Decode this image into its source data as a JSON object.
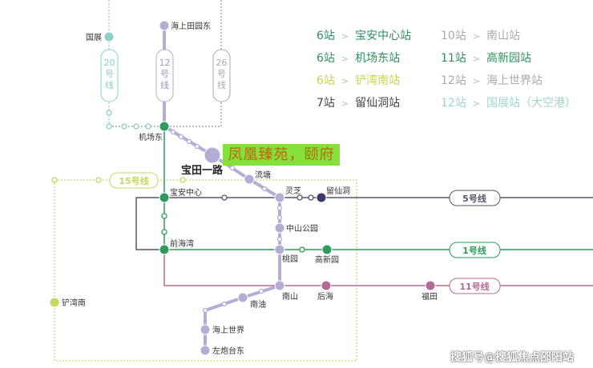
{
  "colors": {
    "line_green": "#2e9a5c",
    "line_lavender": "#b3aed6",
    "line_gray": "#55566a",
    "line_pink": "#b56a93",
    "line_lime": "#c6d660",
    "line_teal": "#8dcfc5",
    "highlight_bg": "#86e03a",
    "highlight_text": "#c0650f"
  },
  "highlight": "凤凰臻苑，颐府",
  "legend": [
    {
      "count": "6站",
      "station": "宝安中心站",
      "color": "#2f8f5f"
    },
    {
      "count": "6站",
      "station": "机场东站",
      "color": "#2f8f5f"
    },
    {
      "count": "6站",
      "station": "铲湾南站",
      "color": "#c5d64e"
    },
    {
      "count": "7站",
      "station": "留仙洞站",
      "color": "#444444"
    },
    {
      "count": "10站",
      "station": "南山站",
      "color": "#aaaaaa"
    },
    {
      "count": "11站",
      "station": "高新园站",
      "color": "#2f8f5f"
    },
    {
      "count": "12站",
      "station": "海上世界站",
      "color": "#aaaaaa"
    },
    {
      "count": "12站",
      "station": "国展站（大空港）",
      "color": "#9fd6cc"
    }
  ],
  "lines": {
    "l20": {
      "num": "20",
      "hao": "号",
      "xian": "线"
    },
    "l12": {
      "num": "12",
      "hao": "号",
      "xian": "线"
    },
    "l26": {
      "num": "26",
      "hao": "号",
      "xian": "线"
    },
    "l15": "15号线",
    "l5": "5号线",
    "l1": "1号线",
    "l11": "11号线"
  },
  "stations": {
    "guozhan": "国展",
    "haishangtianyuandong": "海上田园东",
    "jichangdong": "机场东",
    "baotianyilu": "宝田一路",
    "liutang": "流塘",
    "baoanzhongxin": "宝安中心",
    "lingzhi": "灵芝",
    "liuxiandong": "留仙洞",
    "zhongshangongyuan": "中山公园",
    "qianhaiwan": "前海湾",
    "taoyuan": "桃园",
    "gaoxinyuan": "高新园",
    "nanshan": "南山",
    "houhai": "后海",
    "futian": "福田",
    "chanwannan": "铲湾南",
    "nanyou": "南油",
    "haishangshijie": "海上世界",
    "zuopaotaidong": "左炮台东"
  },
  "watermark": "搜狐号@搜狐焦点邵阳站"
}
